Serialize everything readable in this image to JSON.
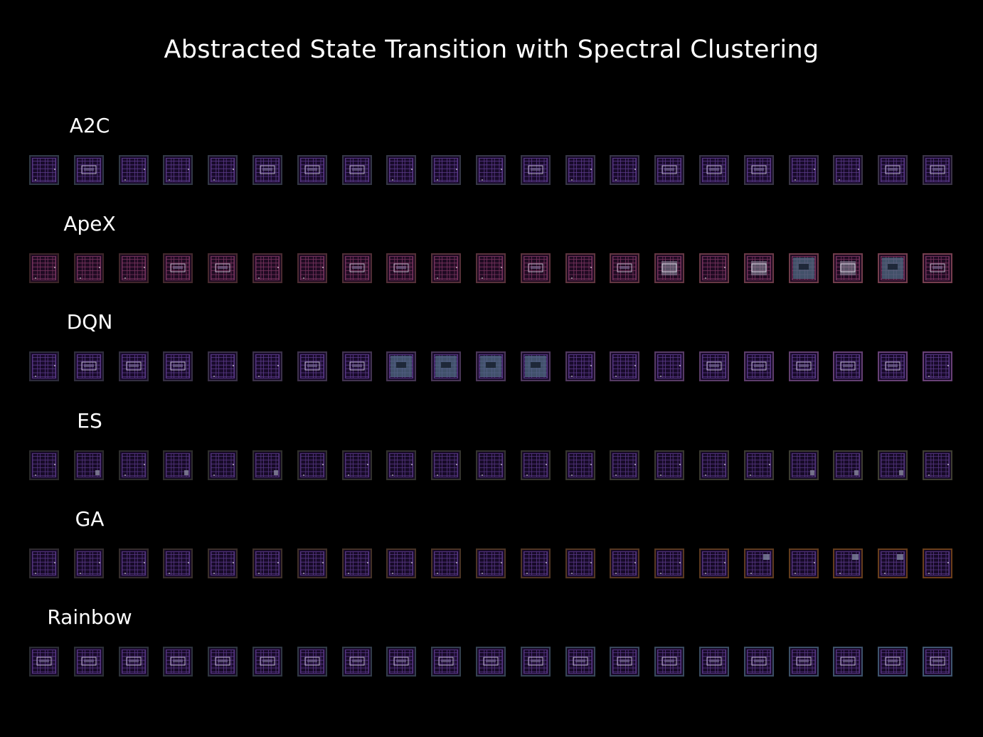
{
  "title": "Abstracted State Transition with Spectral Clustering",
  "rows": [
    {
      "label": "A2C",
      "fill": "#180a2a",
      "grid": "#5b3a8a",
      "frames": [
        {
          "border": "#2f3a45",
          "variant": 0
        },
        {
          "border": "#2f3845",
          "variant": 1
        },
        {
          "border": "#303845",
          "variant": 0
        },
        {
          "border": "#313845",
          "variant": 0
        },
        {
          "border": "#323745",
          "variant": 0
        },
        {
          "border": "#323745",
          "variant": 1
        },
        {
          "border": "#333745",
          "variant": 1
        },
        {
          "border": "#333645",
          "variant": 1
        },
        {
          "border": "#343645",
          "variant": 0
        },
        {
          "border": "#343645",
          "variant": 0
        },
        {
          "border": "#353645",
          "variant": 0
        },
        {
          "border": "#353545",
          "variant": 1
        },
        {
          "border": "#363545",
          "variant": 0
        },
        {
          "border": "#363545",
          "variant": 0
        },
        {
          "border": "#373545",
          "variant": 1
        },
        {
          "border": "#373445",
          "variant": 1
        },
        {
          "border": "#383445",
          "variant": 1
        },
        {
          "border": "#383445",
          "variant": 0
        },
        {
          "border": "#393445",
          "variant": 0
        },
        {
          "border": "#393345",
          "variant": 1
        },
        {
          "border": "#3a3345",
          "variant": 1
        },
        {
          "border": "#3a3345",
          "variant": 1
        }
      ]
    },
    {
      "label": "ApeX",
      "fill": "#1f0a22",
      "grid": "#7a3560",
      "frames": [
        {
          "border": "#3a2426",
          "variant": 0
        },
        {
          "border": "#3d2528",
          "variant": 0
        },
        {
          "border": "#40262a",
          "variant": 0
        },
        {
          "border": "#43282c",
          "variant": 1
        },
        {
          "border": "#46292e",
          "variant": 1
        },
        {
          "border": "#492a30",
          "variant": 0
        },
        {
          "border": "#4c2c32",
          "variant": 0
        },
        {
          "border": "#4f2d34",
          "variant": 1
        },
        {
          "border": "#522e36",
          "variant": 1
        },
        {
          "border": "#553038",
          "variant": 0
        },
        {
          "border": "#58313a",
          "variant": 0
        },
        {
          "border": "#5b323c",
          "variant": 1
        },
        {
          "border": "#5e343e",
          "variant": 0
        },
        {
          "border": "#613540",
          "variant": 1
        },
        {
          "border": "#643642",
          "variant": 2
        },
        {
          "border": "#673844",
          "variant": 0
        },
        {
          "border": "#6a3946",
          "variant": 2
        },
        {
          "border": "#6d3a48",
          "variant": 3
        },
        {
          "border": "#703c4a",
          "variant": 2
        },
        {
          "border": "#733d4c",
          "variant": 3
        },
        {
          "border": "#763e4e",
          "variant": 1
        },
        {
          "border": "#794050",
          "variant": 0
        }
      ]
    },
    {
      "label": "DQN",
      "fill": "#180a2a",
      "grid": "#5b3a8a",
      "frames": [
        {
          "border": "#2c2c3a",
          "variant": 0
        },
        {
          "border": "#2f2d3d",
          "variant": 1
        },
        {
          "border": "#322e40",
          "variant": 1
        },
        {
          "border": "#352f43",
          "variant": 1
        },
        {
          "border": "#383046",
          "variant": 0
        },
        {
          "border": "#3b3149",
          "variant": 0
        },
        {
          "border": "#3e324c",
          "variant": 1
        },
        {
          "border": "#41334f",
          "variant": 1
        },
        {
          "border": "#443452",
          "variant": 3
        },
        {
          "border": "#473555",
          "variant": 3
        },
        {
          "border": "#4a3658",
          "variant": 3
        },
        {
          "border": "#4d375b",
          "variant": 3
        },
        {
          "border": "#50385e",
          "variant": 0
        },
        {
          "border": "#533961",
          "variant": 0
        },
        {
          "border": "#563a64",
          "variant": 0
        },
        {
          "border": "#593b67",
          "variant": 1
        },
        {
          "border": "#5c3c6a",
          "variant": 1
        },
        {
          "border": "#5f3d6d",
          "variant": 1
        },
        {
          "border": "#623e70",
          "variant": 1
        },
        {
          "border": "#653f73",
          "variant": 1
        },
        {
          "border": "#684076",
          "variant": 0
        },
        {
          "border": "#6b4179",
          "variant": 0
        }
      ]
    },
    {
      "label": "ES",
      "fill": "#160a26",
      "grid": "#553680",
      "frames": [
        {
          "border": "#2a2a2a",
          "variant": 0
        },
        {
          "border": "#2b2b2b",
          "variant": 4
        },
        {
          "border": "#2c2c2b",
          "variant": 0
        },
        {
          "border": "#2d2d2b",
          "variant": 4
        },
        {
          "border": "#2e2e2c",
          "variant": 0
        },
        {
          "border": "#2f2f2c",
          "variant": 4
        },
        {
          "border": "#30302c",
          "variant": 0
        },
        {
          "border": "#31312d",
          "variant": 0
        },
        {
          "border": "#32322d",
          "variant": 0
        },
        {
          "border": "#33332d",
          "variant": 0
        },
        {
          "border": "#34342e",
          "variant": 0
        },
        {
          "border": "#35352e",
          "variant": 0
        },
        {
          "border": "#36362e",
          "variant": 0
        },
        {
          "border": "#37372f",
          "variant": 0
        },
        {
          "border": "#38382f",
          "variant": 0
        },
        {
          "border": "#39392f",
          "variant": 0
        },
        {
          "border": "#3a3a30",
          "variant": 0
        },
        {
          "border": "#3b3b30",
          "variant": 4
        },
        {
          "border": "#3c3c30",
          "variant": 4
        },
        {
          "border": "#3d3d31",
          "variant": 4
        },
        {
          "border": "#3e3e31",
          "variant": 0
        },
        {
          "border": "#3f3f31",
          "variant": 0
        }
      ]
    },
    {
      "label": "GA",
      "fill": "#170a28",
      "grid": "#583885",
      "frames": [
        {
          "border": "#2e2a2e",
          "variant": 0
        },
        {
          "border": "#312b2c",
          "variant": 0
        },
        {
          "border": "#342c2b",
          "variant": 0
        },
        {
          "border": "#372d2a",
          "variant": 0
        },
        {
          "border": "#3a2e29",
          "variant": 0
        },
        {
          "border": "#3d2f28",
          "variant": 0
        },
        {
          "border": "#403027",
          "variant": 0
        },
        {
          "border": "#433126",
          "variant": 0
        },
        {
          "border": "#463225",
          "variant": 0
        },
        {
          "border": "#493324",
          "variant": 0
        },
        {
          "border": "#4c3423",
          "variant": 0
        },
        {
          "border": "#4f3522",
          "variant": 0
        },
        {
          "border": "#523621",
          "variant": 0
        },
        {
          "border": "#553720",
          "variant": 0
        },
        {
          "border": "#58381f",
          "variant": 0
        },
        {
          "border": "#5b391e",
          "variant": 0
        },
        {
          "border": "#5e3a1d",
          "variant": 5
        },
        {
          "border": "#613b1c",
          "variant": 0
        },
        {
          "border": "#643c1b",
          "variant": 5
        },
        {
          "border": "#673d1a",
          "variant": 5
        },
        {
          "border": "#6a3e19",
          "variant": 0
        },
        {
          "border": "#6d3f18",
          "variant": 0
        }
      ]
    },
    {
      "label": "Rainbow",
      "fill": "#170a28",
      "grid": "#5a3888",
      "frames": [
        {
          "border": "#2a2d33",
          "variant": 1
        },
        {
          "border": "#2b2f36",
          "variant": 1
        },
        {
          "border": "#2c3139",
          "variant": 1
        },
        {
          "border": "#2d333c",
          "variant": 1
        },
        {
          "border": "#2e353f",
          "variant": 1
        },
        {
          "border": "#2f3742",
          "variant": 1
        },
        {
          "border": "#303945",
          "variant": 1
        },
        {
          "border": "#313b48",
          "variant": 1
        },
        {
          "border": "#323d4b",
          "variant": 1
        },
        {
          "border": "#333f4e",
          "variant": 1
        },
        {
          "border": "#344151",
          "variant": 1
        },
        {
          "border": "#354354",
          "variant": 1
        },
        {
          "border": "#364557",
          "variant": 1
        },
        {
          "border": "#37475a",
          "variant": 1
        },
        {
          "border": "#38495d",
          "variant": 1
        },
        {
          "border": "#394b60",
          "variant": 1
        },
        {
          "border": "#3a4d63",
          "variant": 1
        },
        {
          "border": "#3b4f66",
          "variant": 1
        },
        {
          "border": "#3c5169",
          "variant": 1
        },
        {
          "border": "#3d536c",
          "variant": 1
        },
        {
          "border": "#3e556f",
          "variant": 1
        },
        {
          "border": "#3f5772",
          "variant": 1
        }
      ]
    }
  ]
}
